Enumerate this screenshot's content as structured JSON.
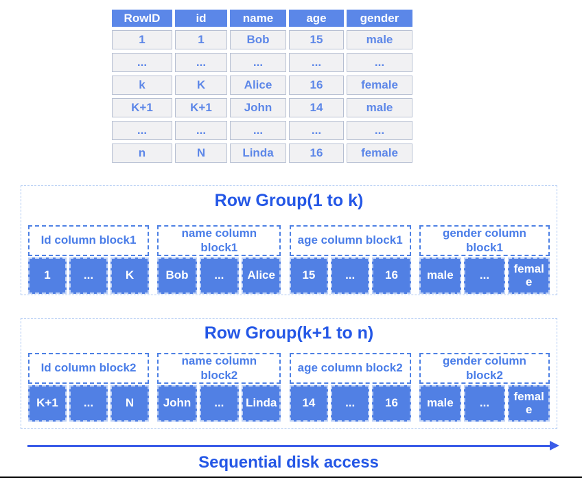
{
  "table": {
    "headers": [
      "RowID",
      "id",
      "name",
      "age",
      "gender"
    ],
    "rows": [
      [
        "1",
        "1",
        "Bob",
        "15",
        "male"
      ],
      [
        "...",
        "...",
        "...",
        "...",
        "..."
      ],
      [
        "k",
        "K",
        "Alice",
        "16",
        "female"
      ],
      [
        "K+1",
        "K+1",
        "John",
        "14",
        "male"
      ],
      [
        "...",
        "...",
        "...",
        "...",
        "..."
      ],
      [
        "n",
        "N",
        "Linda",
        "16",
        "female"
      ]
    ]
  },
  "row_groups": [
    {
      "title": "Row Group(1 to k)",
      "blocks": [
        {
          "label": "Id column block1",
          "cells": [
            "1",
            "...",
            "K"
          ]
        },
        {
          "label": "name column block1",
          "cells": [
            "Bob",
            "...",
            "Alice"
          ]
        },
        {
          "label": "age column block1",
          "cells": [
            "15",
            "...",
            "16"
          ]
        },
        {
          "label": "gender column block1",
          "cells": [
            "male",
            "...",
            "female"
          ]
        }
      ]
    },
    {
      "title": "Row Group(k+1 to n)",
      "blocks": [
        {
          "label": "Id column block2",
          "cells": [
            "K+1",
            "...",
            "N"
          ]
        },
        {
          "label": "name column block2",
          "cells": [
            "John",
            "...",
            "Linda"
          ]
        },
        {
          "label": "age column block2",
          "cells": [
            "14",
            "...",
            "16"
          ]
        },
        {
          "label": "gender column block2",
          "cells": [
            "male",
            "...",
            "female"
          ]
        }
      ]
    }
  ],
  "arrow": {
    "label": "Sequential disk access"
  },
  "colors": {
    "header_bg": "#5b87e8",
    "table_cell_bg": "#f1f1f3",
    "table_cell_border": "#b6bfd2",
    "table_cell_text": "#5d87e8",
    "block_cell_bg": "#5180e4",
    "block_cell_border": "#bdd0f6",
    "block_cell_text": "#ffffff",
    "label_border": "#4d80e4",
    "label_text": "#4a7de8",
    "group_border": "#aac6f2",
    "title_text": "#2457e6",
    "arrow": "#3a5ce8",
    "bottom_rule": "#0b0b0b"
  }
}
